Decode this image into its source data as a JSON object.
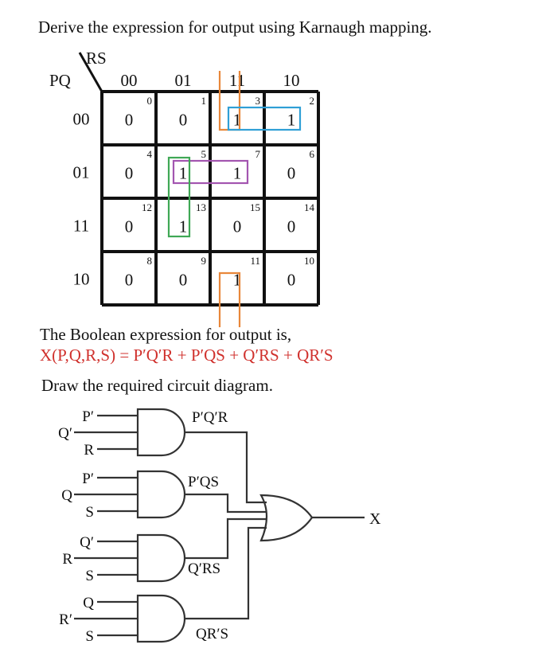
{
  "heading": "Derive the expression for output using Karnaugh mapping.",
  "kmap": {
    "row_var_label": "PQ",
    "col_var_label": "RS",
    "col_headers": [
      "00",
      "01",
      "11",
      "10"
    ],
    "row_headers": [
      "00",
      "01",
      "11",
      "10"
    ],
    "cells": [
      [
        {
          "value": "0",
          "minterm": "0"
        },
        {
          "value": "0",
          "minterm": "1"
        },
        {
          "value": "1",
          "minterm": "3"
        },
        {
          "value": "1",
          "minterm": "2"
        }
      ],
      [
        {
          "value": "0",
          "minterm": "4"
        },
        {
          "value": "1",
          "minterm": "5"
        },
        {
          "value": "1",
          "minterm": "7"
        },
        {
          "value": "0",
          "minterm": "6"
        }
      ],
      [
        {
          "value": "0",
          "minterm": "12"
        },
        {
          "value": "1",
          "minterm": "13"
        },
        {
          "value": "0",
          "minterm": "15"
        },
        {
          "value": "0",
          "minterm": "14"
        }
      ],
      [
        {
          "value": "0",
          "minterm": "8"
        },
        {
          "value": "0",
          "minterm": "9"
        },
        {
          "value": "1",
          "minterm": "11"
        },
        {
          "value": "0",
          "minterm": "10"
        }
      ]
    ],
    "groups": [
      {
        "name": "orange-group",
        "term": "Q'RS",
        "color": "#e8873a",
        "minterms": [
          "3",
          "11"
        ]
      },
      {
        "name": "blue-group",
        "term": "P'Q'R",
        "color": "#2f9fd6",
        "minterms": [
          "3",
          "2"
        ]
      },
      {
        "name": "purple-group",
        "term": "P'QS",
        "color": "#a355b0",
        "minterms": [
          "5",
          "7"
        ]
      },
      {
        "name": "green-group",
        "term": "QR'S",
        "color": "#3fa855",
        "minterms": [
          "5",
          "13"
        ]
      }
    ]
  },
  "expression": {
    "intro": "The Boolean expression for output is,",
    "formula": "X(P,Q,R,S) = P′Q′R + P′QS + Q′RS + QR′S"
  },
  "circuit": {
    "intro": "Draw the required circuit diagram.",
    "and_gates": [
      {
        "inputs": [
          "P′",
          "Q′",
          "R"
        ],
        "output_label": "P′Q′R"
      },
      {
        "inputs": [
          "P′",
          "Q",
          "S"
        ],
        "output_label": "P′QS"
      },
      {
        "inputs": [
          "Q′",
          "R",
          "S"
        ],
        "output_label": "Q′RS"
      },
      {
        "inputs": [
          "Q",
          "R′",
          "S"
        ],
        "output_label": "QR′S"
      }
    ],
    "or_gate_output": "X"
  }
}
